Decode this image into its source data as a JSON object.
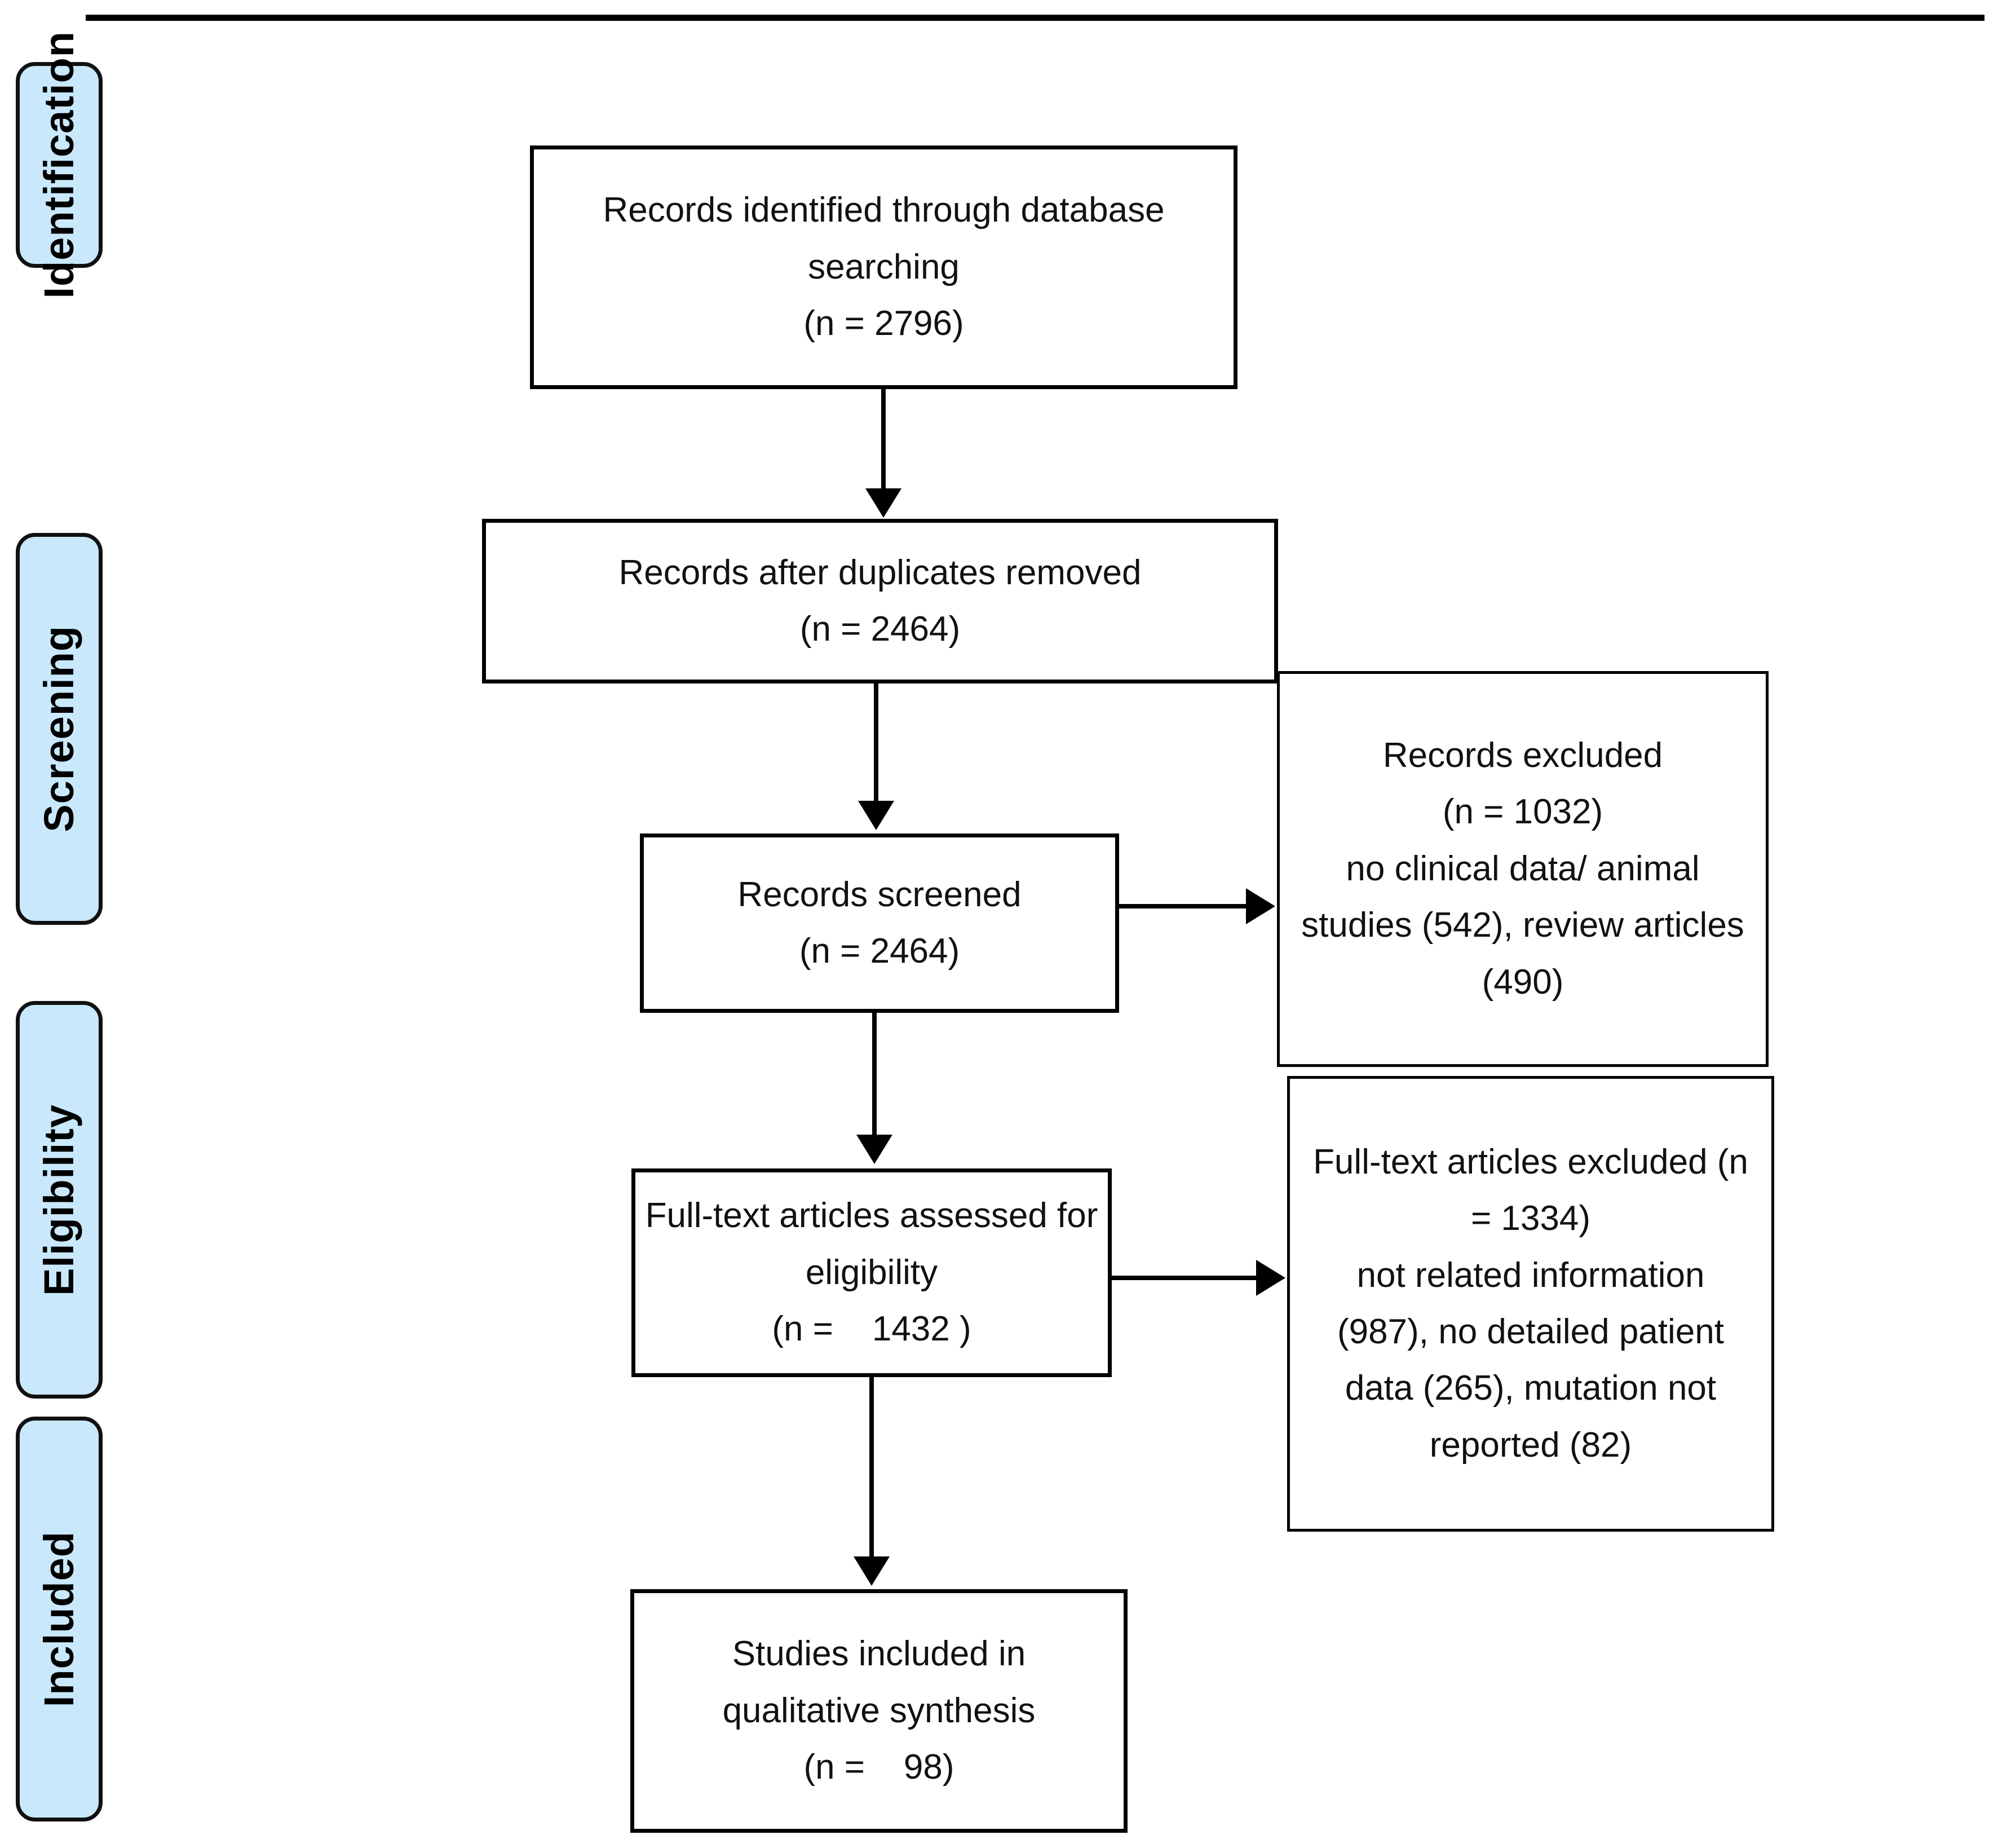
{
  "diagram": {
    "type": "prisma-flow-diagram",
    "title": "",
    "stages": [
      {
        "id": "identification",
        "label": "Identification"
      },
      {
        "id": "screening",
        "label": "Screening"
      },
      {
        "id": "eligibility",
        "label": "Eligibility"
      },
      {
        "id": "included",
        "label": "Included"
      }
    ],
    "boxes": [
      {
        "id": "records-identified",
        "lines": [
          "Records identified through database",
          "searching",
          "(n = 2796)"
        ]
      },
      {
        "id": "records-after-duplicates",
        "lines": [
          "Records after duplicates removed",
          "(n = 2464)"
        ]
      },
      {
        "id": "records-screened",
        "lines": [
          "Records screened",
          "(n = 2464)"
        ]
      },
      {
        "id": "records-excluded",
        "lines": [
          "Records excluded",
          "(n = 1032)",
          "no clinical data/ animal",
          "studies (542), review articles",
          "(490)"
        ]
      },
      {
        "id": "fulltext-assessed",
        "lines": [
          "Full-text articles assessed for",
          "eligibility",
          "(n =    1432 )"
        ]
      },
      {
        "id": "fulltext-excluded",
        "lines": [
          "Full-text articles excluded (n",
          "= 1334)",
          "not related information",
          "(987), no detailed patient",
          "data (265), mutation not",
          "reported (82)"
        ]
      },
      {
        "id": "studies-included",
        "lines": [
          "Studies included in",
          "qualitative synthesis",
          "(n =    98)"
        ]
      }
    ],
    "counts": {
      "identified": 2796,
      "after_duplicates": 2464,
      "screened": 2464,
      "records_excluded": 1032,
      "records_excluded_no_clinical_or_animal": 542,
      "records_excluded_reviews": 490,
      "fulltext_assessed": 1432,
      "fulltext_excluded": 1334,
      "fulltext_excluded_not_related": 987,
      "fulltext_excluded_no_patient_data": 265,
      "fulltext_excluded_mutation_not_reported": 82,
      "studies_included": 98
    },
    "colors": {
      "stage_fill": "#c9e8fc",
      "stroke": "#000000",
      "box_fill": "#ffffff",
      "text": "#111111"
    }
  }
}
